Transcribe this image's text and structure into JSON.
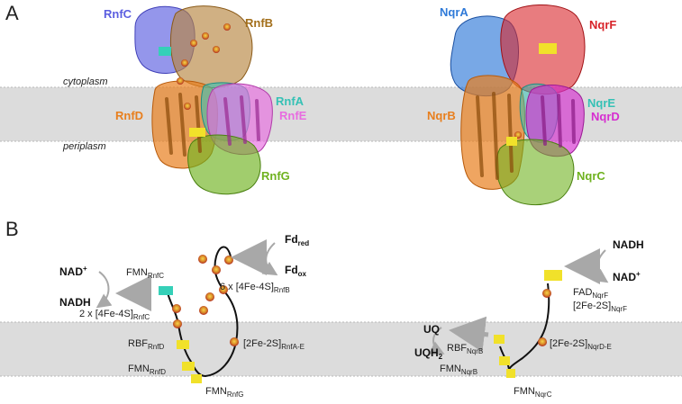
{
  "panel_a": {
    "letter": "A",
    "cytoplasm_label": "cytoplasm",
    "periplasm_label": "periplasm",
    "rnf": {
      "RnfC": {
        "label": "RnfC",
        "color": "#5b5ee0"
      },
      "RnfB": {
        "label": "RnfB",
        "color": "#a36f1b"
      },
      "RnfD": {
        "label": "RnfD",
        "color": "#e87f1e"
      },
      "RnfA": {
        "label": "RnfA",
        "color": "#35c1b5"
      },
      "RnfE": {
        "label": "RnfE",
        "color": "#e86ce0"
      },
      "RnfG": {
        "label": "RnfG",
        "color": "#6fb21f"
      }
    },
    "nqr": {
      "NqrA": {
        "label": "NqrA",
        "color": "#2f7ad8"
      },
      "NqrF": {
        "label": "NqrF",
        "color": "#d8242a"
      },
      "NqrB": {
        "label": "NqrB",
        "color": "#e87f1e"
      },
      "NqrE": {
        "label": "NqrE",
        "color": "#35c1b5"
      },
      "NqrD": {
        "label": "NqrD",
        "color": "#d62ed0"
      },
      "NqrC": {
        "label": "NqrC",
        "color": "#6fb21f"
      }
    }
  },
  "panel_b": {
    "letter": "B",
    "rnf": {
      "nad_plus": "NAD",
      "nad_plus_sup": "+",
      "nadh": "NADH",
      "fd_red": "Fd",
      "fd_red_sub": "red",
      "fd_ox": "Fd",
      "fd_ox_sub": "ox",
      "fmn_rnfc": "FMN",
      "fmn_rnfc_sub": "RnfC",
      "fes_rnfb": "6 x [4Fe-4S]",
      "fes_rnfb_sub": "RnfB",
      "fes_rnfc": "2 x [4Fe-4S]",
      "fes_rnfc_sub": "RnfC",
      "rbf_rnfd": "RBF",
      "rbf_rnfd_sub": "RnfD",
      "fmn_rnfd": "FMN",
      "fmn_rnfd_sub": "RnfD",
      "fes_rnfae": "[2Fe-2S]",
      "fes_rnfae_sub": "RnfA-E",
      "fmn_rnfg": "FMN",
      "fmn_rnfg_sub": "RnfG"
    },
    "nqr": {
      "nadh": "NADH",
      "nad_plus": "NAD",
      "nad_plus_sup": "+",
      "fad_nqrf": "FAD",
      "fad_nqrf_sub": "NqrF",
      "fes_nqrf": "[2Fe-2S]",
      "fes_nqrf_sub": "NqrF",
      "uq": "UQ",
      "uqh2": "UQH",
      "uqh2_sub": "2",
      "rbf_nqrb": "RBF",
      "rbf_nqrb_sub": "NqrB",
      "fes_nqrde": "[2Fe-2S]",
      "fes_nqrde_sub": "NqrD-E",
      "fmn_nqrb": "FMN",
      "fmn_nqrb_sub": "NqrB",
      "fmn_nqrc": "FMN",
      "fmn_nqrc_sub": "NqrC"
    }
  },
  "colors": {
    "membrane": "#dcdcdc",
    "arrow": "#a8a8a8",
    "cluster": "#c9302c",
    "cluster_core": "#f2c418",
    "flavin": "#f1e12a",
    "flavin_cyan": "#35d0b8"
  }
}
